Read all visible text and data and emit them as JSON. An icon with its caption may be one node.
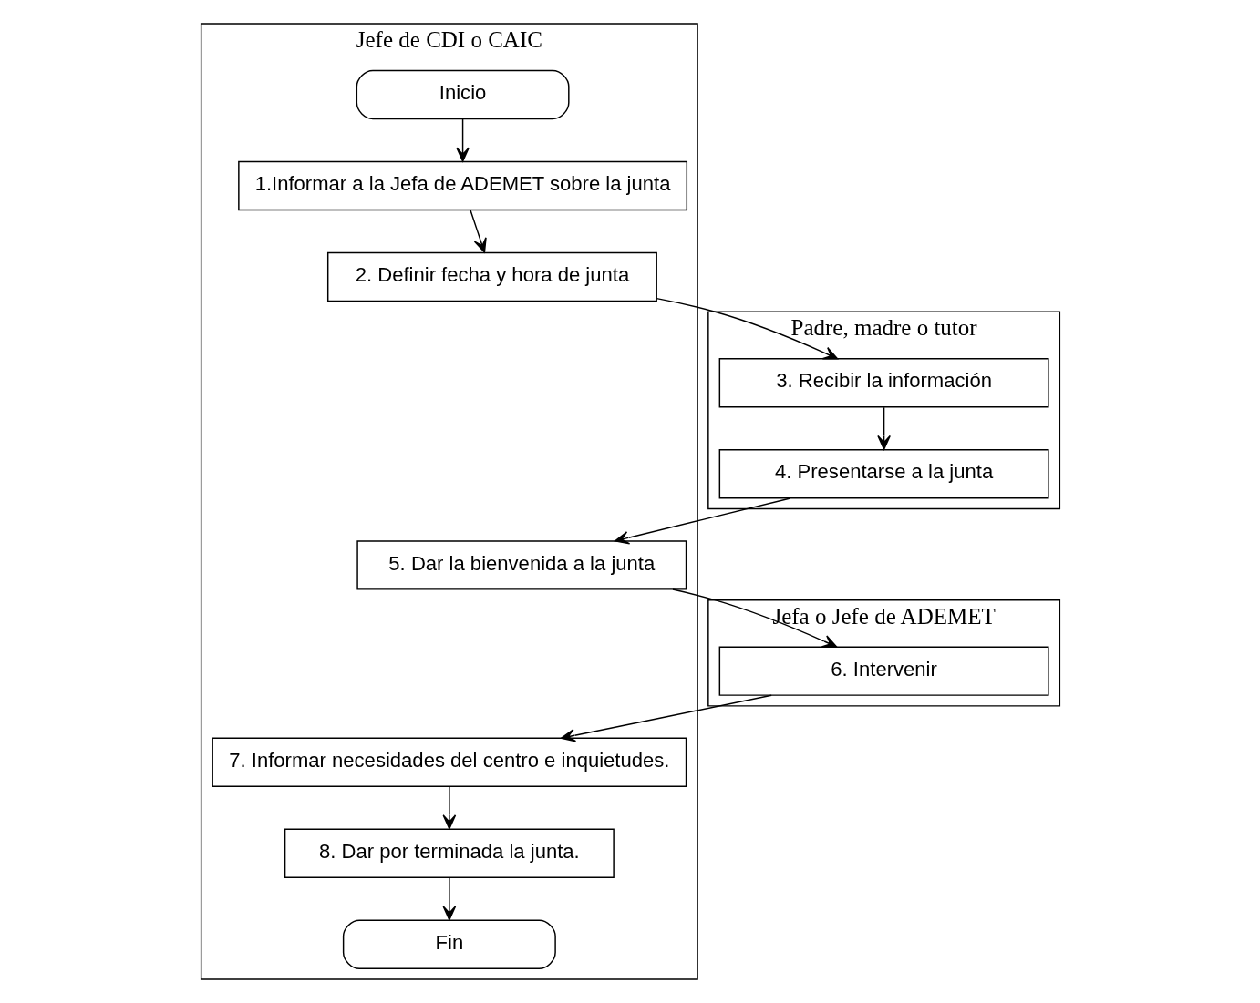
{
  "diagram": {
    "nodes": [
      {
        "text": [
          "Jefe de CDI o CAIC"
        ]
      },
      {
        "text": [
          "Padre, madre o tutor"
        ]
      },
      {
        "text": [
          "Jefa o Jefe de ADEMET"
        ]
      },
      {
        "text": [
          "Inicio"
        ],
        "in": 0
      },
      {
        "text": [
          "1.Informar a la Jefa de ADEMET sobre la junta"
        ],
        "in": 0
      },
      {
        "text": [
          "2. Definir fecha y hora de junta"
        ],
        "in": 0
      },
      {
        "text": [
          "3. Recibir la información"
        ],
        "in": 1
      },
      {
        "text": [
          "5. Dar la bienvenida a la junta"
        ],
        "in": 0
      },
      {
        "text": [
          "4. Presentarse a la junta"
        ],
        "in": 1
      },
      {
        "text": [
          "6. Intervenir"
        ],
        "in": 2
      },
      {
        "text": [
          "7. Informar necesidades del centro e inquietudes."
        ],
        "in": 0
      },
      {
        "text": [
          "8. Dar por terminada la junta."
        ],
        "in": 0
      },
      {
        "text": [
          "Fin"
        ],
        "in": 0
      }
    ],
    "edges": [
      {
        "from": 3,
        "to": 4,
        "arrow": "to"
      },
      {
        "from": 4,
        "to": 5,
        "arrow": "to"
      },
      {
        "from": 5,
        "to": 6,
        "arrow": "to"
      },
      {
        "from": 6,
        "to": 8,
        "arrow": "to"
      },
      {
        "from": 8,
        "to": 7,
        "arrow": "to"
      },
      {
        "from": 7,
        "to": 9,
        "arrow": "to"
      },
      {
        "from": 9,
        "to": 10,
        "arrow": "to"
      },
      {
        "from": 10,
        "to": 11,
        "arrow": "to"
      },
      {
        "from": 11,
        "to": 12,
        "arrow": "to"
      }
    ]
  }
}
